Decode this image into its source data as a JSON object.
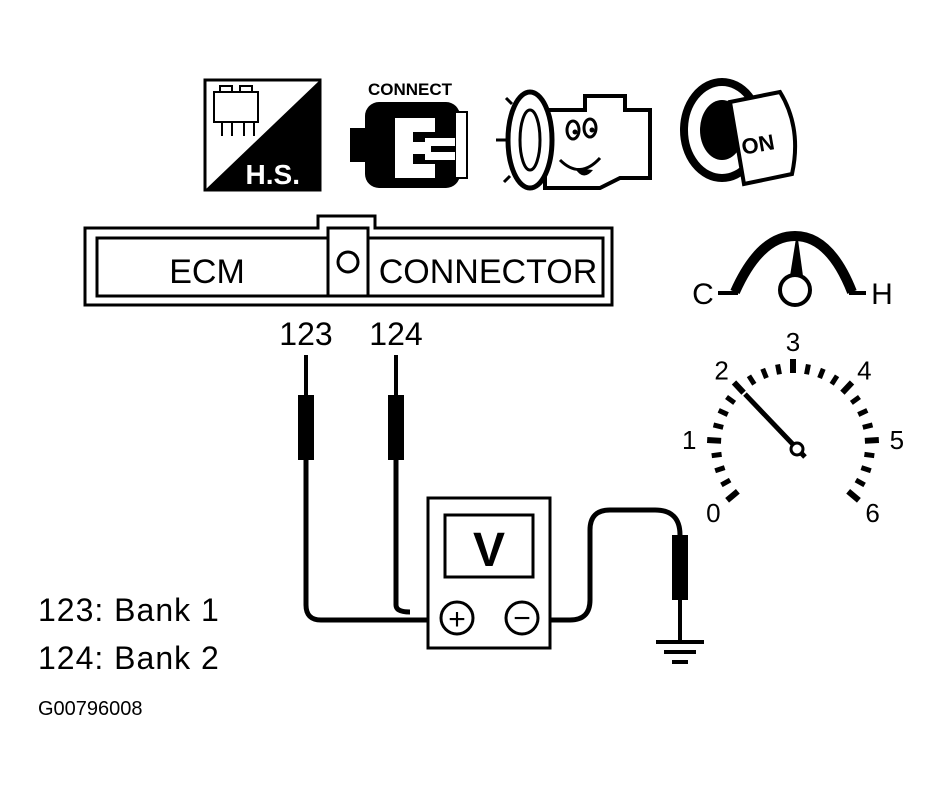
{
  "icons": {
    "harness_text": "H.S.",
    "connect_text": "CONNECT",
    "ignition_text": "ON"
  },
  "connector": {
    "left_label": "ECM",
    "right_label": "CONNECTOR"
  },
  "pins": [
    "123",
    "124"
  ],
  "temp_gauge": {
    "cold": "C",
    "hot": "H"
  },
  "tach_gauge": {
    "marks": [
      "0",
      "1",
      "2",
      "3",
      "4",
      "5",
      "6"
    ],
    "needle_value": 2
  },
  "meter": {
    "symbol": "V",
    "plus": "+",
    "minus": "−"
  },
  "legend": [
    "123: Bank 1",
    "124: Bank 2"
  ],
  "figure_id": "G00796008"
}
